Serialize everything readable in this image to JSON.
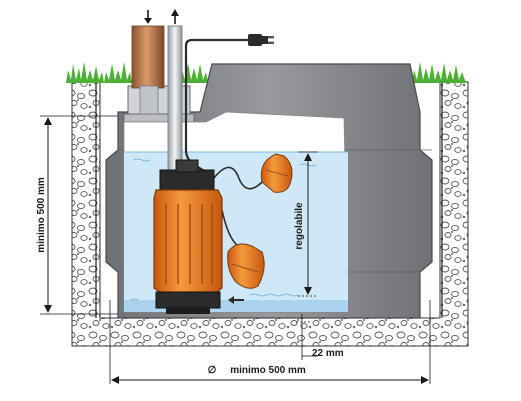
{
  "labels": {
    "height_min": "minimo 500 mm",
    "regulation": "regolabile",
    "clearance": "22 mm",
    "diameter_min": "minimo 500 mm",
    "diameter_symbol": "∅"
  },
  "colors": {
    "pump_orange": "#f07d1e",
    "pump_dark": "#2b2b2b",
    "water": "#cfe8f7",
    "tank": "#8c8d91",
    "pipe": "#b97a4c",
    "grass": "#4fae35"
  },
  "icons": [
    "arrow-down-icon",
    "arrow-up-icon",
    "power-plug-icon"
  ]
}
